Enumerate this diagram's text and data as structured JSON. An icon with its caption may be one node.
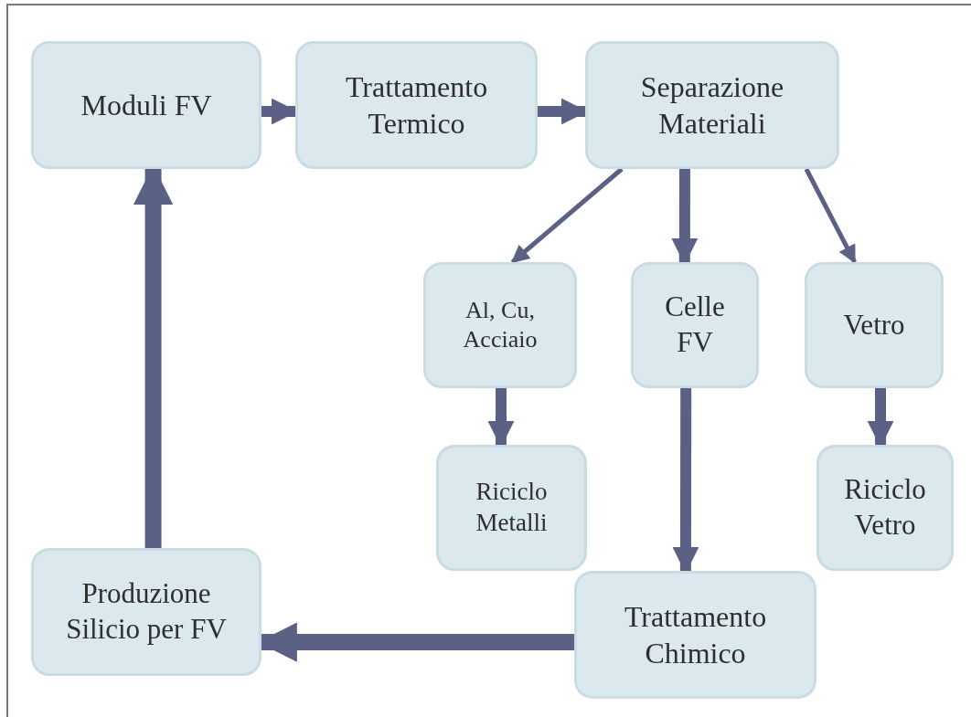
{
  "diagram": {
    "nodes": [
      {
        "text": [
          "Moduli FV"
        ]
      },
      {
        "text": [
          "Trattamento Termico"
        ]
      },
      {
        "text": [
          "Separazione Materiali"
        ]
      },
      {
        "text": [
          "Al, Cu, Acciaio"
        ]
      },
      {
        "text": [
          "Celle FV"
        ]
      },
      {
        "text": [
          "Vetro"
        ]
      },
      {
        "text": [
          "Riciclo Metalli"
        ]
      },
      {
        "text": [
          "Riciclo Vetro"
        ]
      },
      {
        "text": [
          "Produzione Silicio per FV"
        ]
      },
      {
        "text": [
          "Trattamento Chimico"
        ]
      }
    ],
    "edges": [
      {
        "from": 0,
        "to": 1,
        "arrow": "to"
      },
      {
        "from": 1,
        "to": 2,
        "arrow": "to"
      },
      {
        "from": 2,
        "to": 3,
        "arrow": "to"
      },
      {
        "from": 2,
        "to": 4,
        "arrow": "to"
      },
      {
        "from": 2,
        "to": 5,
        "arrow": "to"
      },
      {
        "from": 3,
        "to": 6,
        "arrow": "to"
      },
      {
        "from": 5,
        "to": 7,
        "arrow": "to"
      },
      {
        "from": 4,
        "to": 9,
        "arrow": "to"
      },
      {
        "from": 9,
        "to": 8,
        "arrow": "to"
      },
      {
        "from": 8,
        "to": 0,
        "arrow": "to"
      }
    ]
  }
}
